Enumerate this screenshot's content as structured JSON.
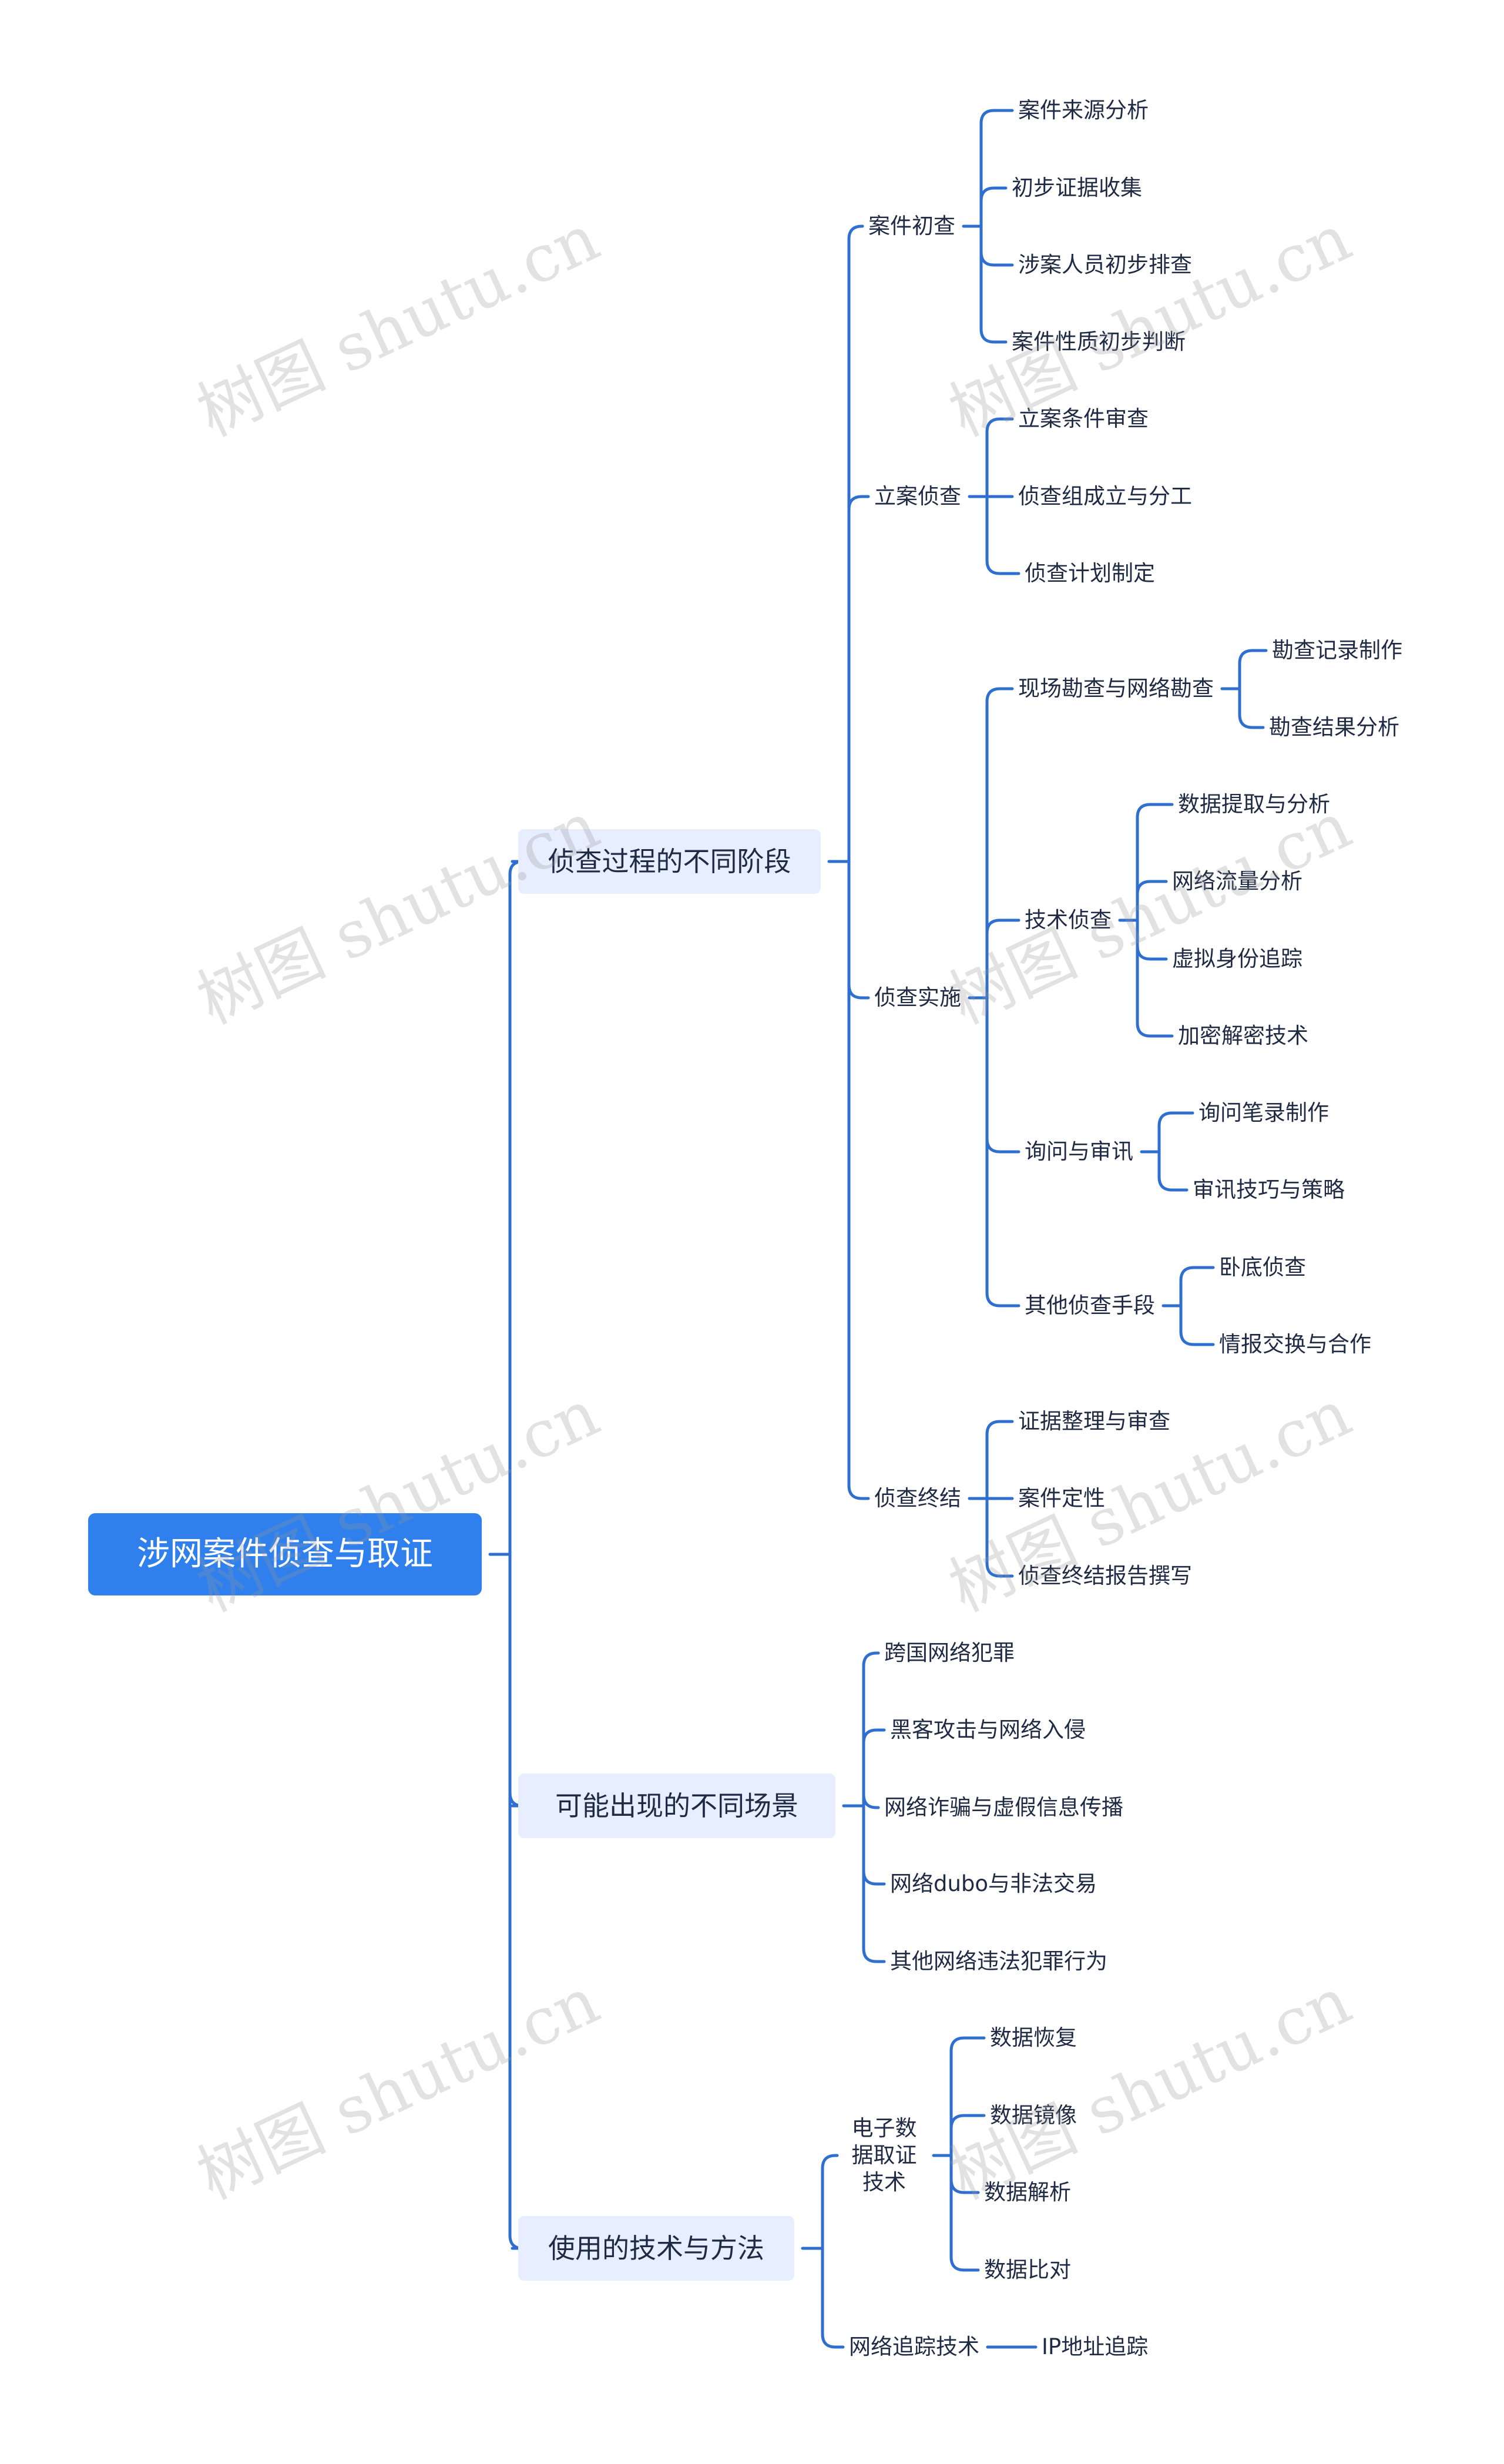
{
  "root": {
    "label": "涉网案件侦查与取证"
  },
  "branches": [
    {
      "label": "侦查过程的不同阶段",
      "children": [
        {
          "label": "案件初查",
          "children": [
            "案件来源分析",
            "初步证据收集",
            "涉案人员初步排查",
            "案件性质初步判断"
          ]
        },
        {
          "label": "立案侦查",
          "children": [
            "立案条件审查",
            "侦查组成立与分工",
            "侦查计划制定"
          ]
        },
        {
          "label": "侦查实施",
          "children": [
            {
              "label": "现场勘查与网络勘查",
              "children": [
                "勘查记录制作",
                "勘查结果分析"
              ]
            },
            {
              "label": "技术侦查",
              "children": [
                "数据提取与分析",
                "网络流量分析",
                "虚拟身份追踪",
                "加密解密技术"
              ]
            },
            {
              "label": "询问与审讯",
              "children": [
                "询问笔录制作",
                "审讯技巧与策略"
              ]
            },
            {
              "label": "其他侦查手段",
              "children": [
                "卧底侦查",
                "情报交换与合作"
              ]
            }
          ]
        },
        {
          "label": "侦查终结",
          "children": [
            "证据整理与审查",
            "案件定性",
            "侦查终结报告撰写"
          ]
        }
      ]
    },
    {
      "label": "可能出现的不同场景",
      "children": [
        "跨国网络犯罪",
        "黑客攻击与网络入侵",
        "网络诈骗与虚假信息传播",
        "网络dubo与非法交易",
        "其他网络违法犯罪行为"
      ]
    },
    {
      "label": "使用的技术与方法",
      "children": [
        {
          "label": "电子数据取证技术",
          "children": [
            "数据恢复",
            "数据镜像",
            "数据解析",
            "数据比对"
          ]
        },
        {
          "label": "网络追踪技术",
          "children": [
            "IP地址追踪"
          ]
        }
      ]
    }
  ],
  "watermark": "树图 shutu.cn",
  "colors": {
    "root_bg": "#2f80ed",
    "branch_bg": "#e6eeff",
    "line": "#2f6fd0",
    "text": "#1f2a44"
  }
}
